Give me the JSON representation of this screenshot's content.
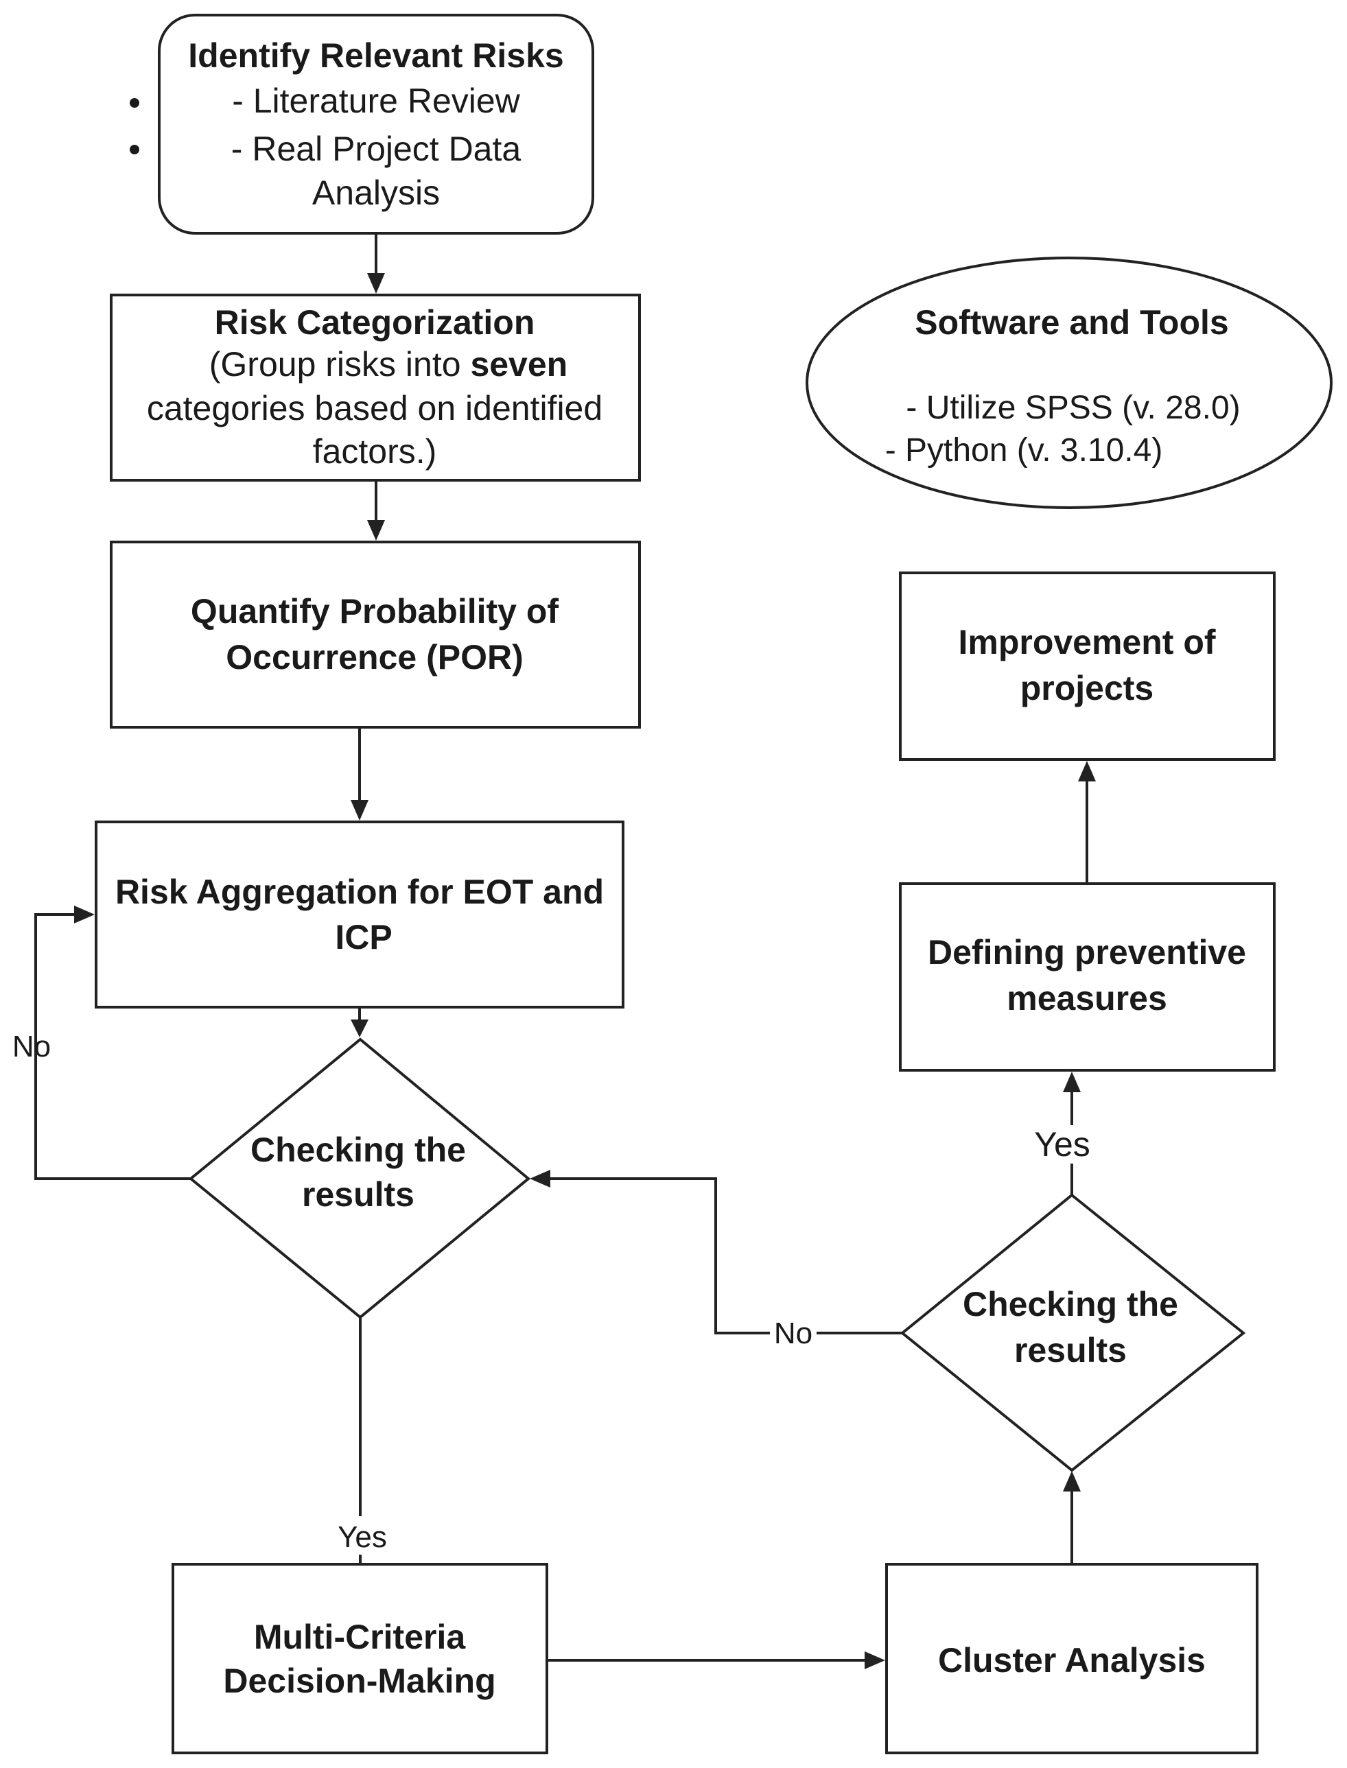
{
  "nodes": {
    "identify": {
      "title": "Identify Relevant Risks",
      "items": [
        "- Literature Review",
        "- Real Project Data",
        "Analysis"
      ]
    },
    "categorize": {
      "title": "Risk Categorization",
      "line1_a": "(Group risks into ",
      "line1_b": "seven",
      "line2": "categories based on identified",
      "line3": "factors.)"
    },
    "quantify": {
      "line1": "Quantify Probability of",
      "line2": "Occurrence (POR)"
    },
    "aggregate": {
      "line1": "Risk Aggregation for EOT and",
      "line2": "ICP"
    },
    "check1": {
      "line1": "Checking the",
      "line2": "results"
    },
    "mcdm": {
      "line1": "Multi-Criteria",
      "line2": "Decision-Making"
    },
    "cluster": {
      "label": "Cluster Analysis"
    },
    "check2": {
      "line1": "Checking the",
      "line2": "results"
    },
    "preventive": {
      "line1": "Defining preventive",
      "line2": "measures"
    },
    "improve": {
      "line1": "Improvement of",
      "line2": "projects"
    },
    "software": {
      "title": "Software and Tools",
      "line1": "- Utilize SPSS (v. 28.0)",
      "line2": "- Python (v. 3.10.4)"
    }
  },
  "edge_labels": {
    "check1_no": "No",
    "check1_yes": "Yes",
    "check2_no": "No",
    "check2_yes": "Yes"
  }
}
